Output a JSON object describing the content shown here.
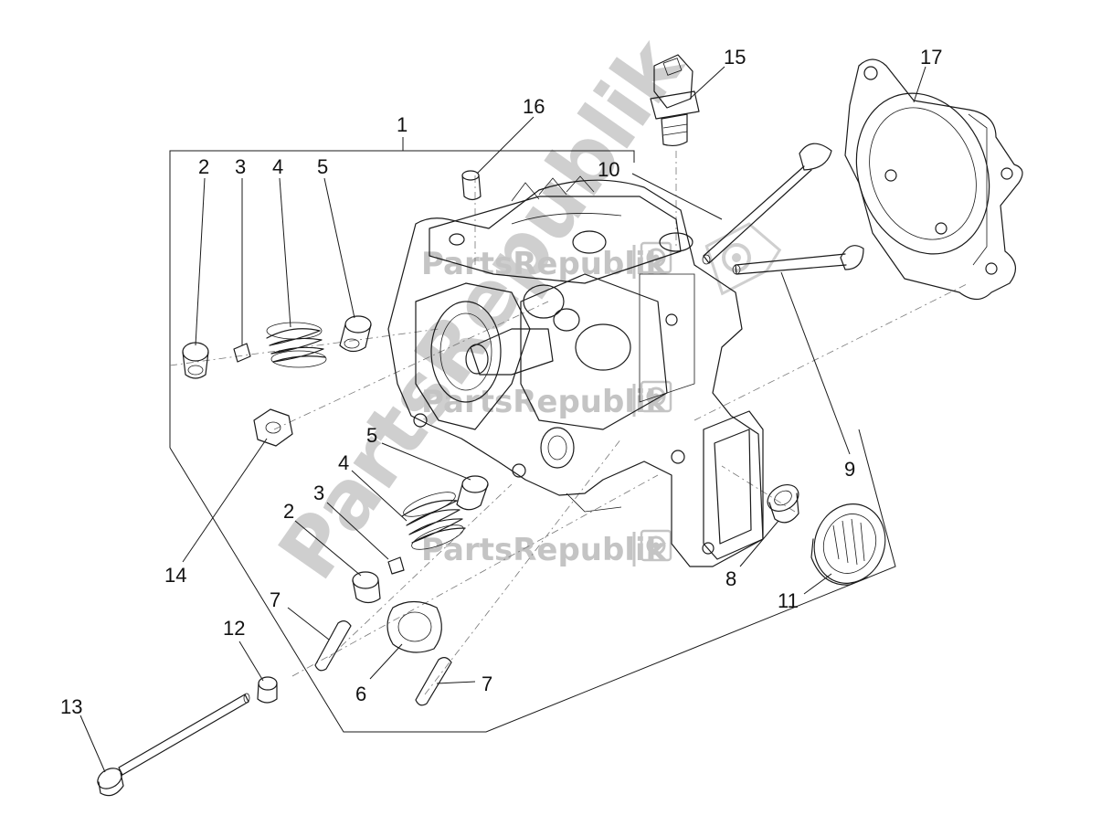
{
  "watermark": {
    "brand": "PartsRepublik"
  },
  "callouts": [
    {
      "id": "c1",
      "text": "1"
    },
    {
      "id": "c2a",
      "text": "2"
    },
    {
      "id": "c3a",
      "text": "3"
    },
    {
      "id": "c4a",
      "text": "4"
    },
    {
      "id": "c5a",
      "text": "5"
    },
    {
      "id": "c16",
      "text": "16"
    },
    {
      "id": "c15",
      "text": "15"
    },
    {
      "id": "c17",
      "text": "17"
    },
    {
      "id": "c10",
      "text": "10"
    },
    {
      "id": "c9",
      "text": "9"
    },
    {
      "id": "c14",
      "text": "14"
    },
    {
      "id": "c5b",
      "text": "5"
    },
    {
      "id": "c4b",
      "text": "4"
    },
    {
      "id": "c3b",
      "text": "3"
    },
    {
      "id": "c2b",
      "text": "2"
    },
    {
      "id": "c8",
      "text": "8"
    },
    {
      "id": "c11",
      "text": "11"
    },
    {
      "id": "c7a",
      "text": "7"
    },
    {
      "id": "c12",
      "text": "12"
    },
    {
      "id": "c13",
      "text": "13"
    },
    {
      "id": "c6",
      "text": "6"
    },
    {
      "id": "c7b",
      "text": "7"
    }
  ]
}
